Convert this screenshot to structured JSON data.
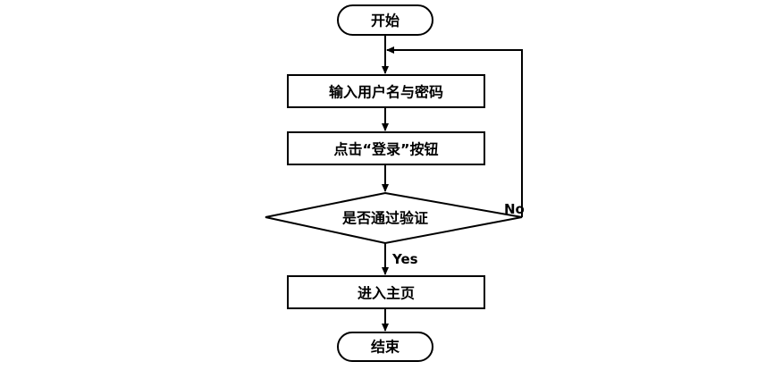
{
  "flowchart": {
    "start": "开始",
    "step_input": "输入用户名与密码",
    "step_click": "点击“登录”按钮",
    "decision": "是否通过验证",
    "step_home": "进入主页",
    "end": "结束",
    "edge_no": "No",
    "edge_yes": "Yes"
  },
  "colors": {
    "stroke": "#000000",
    "fill": "#ffffff",
    "text": "#000000"
  }
}
